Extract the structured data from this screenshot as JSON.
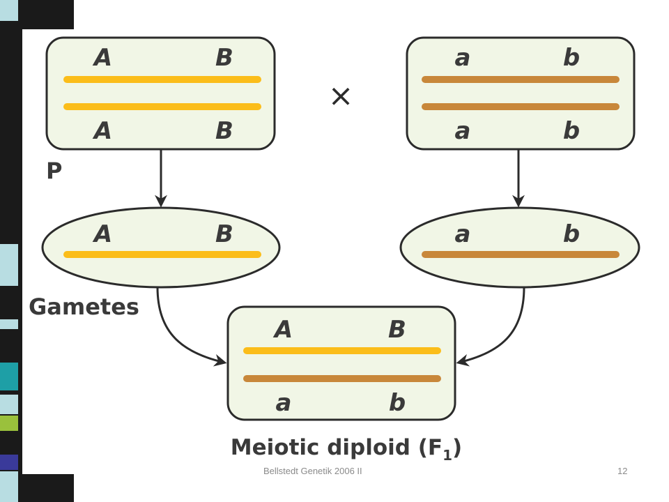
{
  "parents": {
    "left": {
      "top_alleles": [
        "A",
        "B"
      ],
      "bottom_alleles": [
        "A",
        "B"
      ],
      "color": "#fbbd1a"
    },
    "right": {
      "top_alleles": [
        "a",
        "b"
      ],
      "bottom_alleles": [
        "a",
        "b"
      ],
      "color": "#c8873a"
    }
  },
  "cross_symbol": "×",
  "generation_label": "P",
  "gametes": {
    "label": "Gametes",
    "left": {
      "alleles": [
        "A",
        "B"
      ]
    },
    "right": {
      "alleles": [
        "a",
        "b"
      ]
    }
  },
  "offspring": {
    "top_alleles": [
      "A",
      "B"
    ],
    "bottom_alleles": [
      "a",
      "b"
    ],
    "caption_main": "Meiotic diploid (F",
    "caption_subscript": "1",
    "caption_close": ")"
  },
  "footer": {
    "left": "Bellstedt Genetik 2006 II",
    "right": "12"
  },
  "colors": {
    "box_fill": "#f1f6e6",
    "outline": "#2b2b2b",
    "text": "#3a3a3a",
    "edge_stripes": [
      "#1a1a1a",
      "#b8dde2",
      "#1e9fa6",
      "#9ac13c",
      "#3a3a9a"
    ]
  }
}
